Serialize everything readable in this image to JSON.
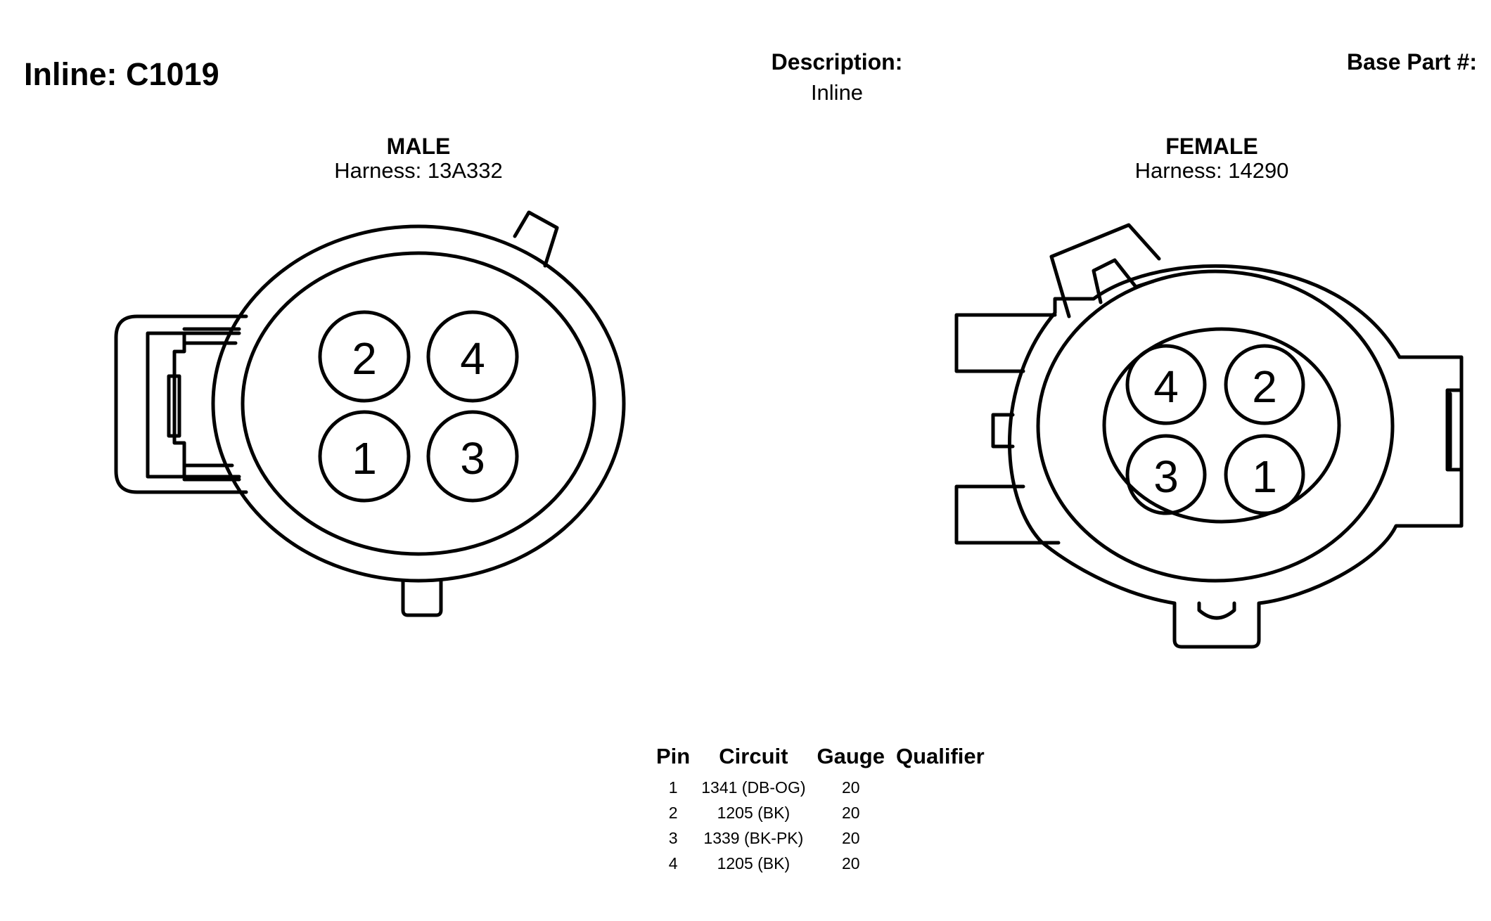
{
  "header": {
    "title": "Inline: C1019",
    "description_label": "Description:",
    "description_value": "Inline",
    "base_part_label": "Base Part #:"
  },
  "male": {
    "label": "MALE",
    "harness": "Harness: 13A332",
    "pins": [
      "2",
      "4",
      "1",
      "3"
    ]
  },
  "female": {
    "label": "FEMALE",
    "harness": "Harness: 14290",
    "pins": [
      "4",
      "2",
      "3",
      "1"
    ]
  },
  "pin_table": {
    "headers": [
      "Pin",
      "Circuit",
      "Gauge",
      "Qualifier"
    ],
    "rows": [
      [
        "1",
        "1341 (DB-OG)",
        "20",
        ""
      ],
      [
        "2",
        "1205 (BK)",
        "20",
        ""
      ],
      [
        "3",
        "1339 (BK-PK)",
        "20",
        ""
      ],
      [
        "4",
        "1205 (BK)",
        "20",
        ""
      ]
    ]
  }
}
